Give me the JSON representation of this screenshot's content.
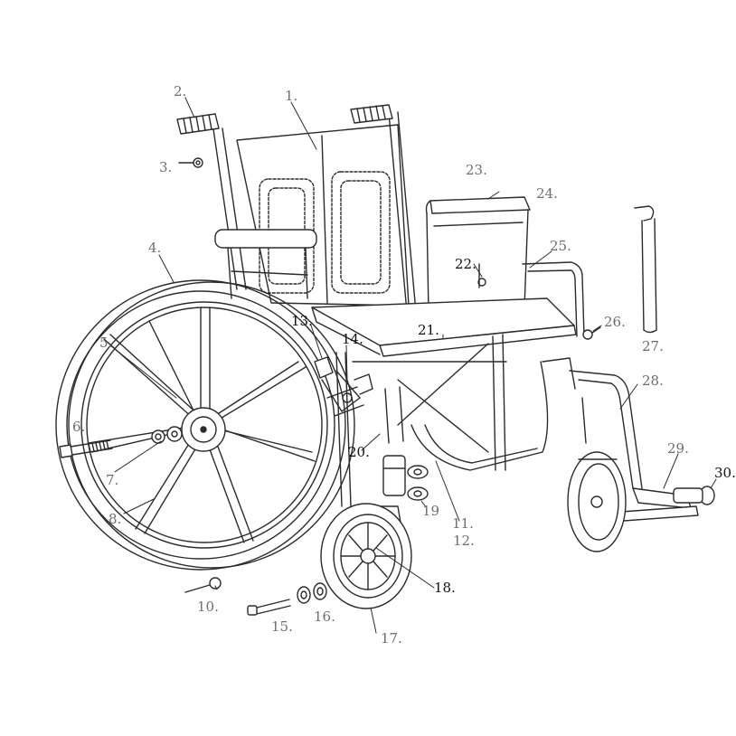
{
  "diagram": {
    "line_color": "#2b2b2b",
    "label_colors": {
      "muted": "#6e6e6e",
      "strong": "#111111"
    },
    "labels": {
      "l1": "1.",
      "l2": "2.",
      "l3": "3.",
      "l4": "4.",
      "l5": "5.",
      "l6": "6.",
      "l7": "7.",
      "l8": "8.",
      "l10": "10.",
      "l11": "11.",
      "l12": "12.",
      "l13": "13.",
      "l14": "14.",
      "l15": "15.",
      "l16": "16.",
      "l17": "17.",
      "l18": "18.",
      "l19": "19",
      "l20": "20.",
      "l21": "21.",
      "l22": "22.",
      "l23": "23.",
      "l24": "24.",
      "l25": "25.",
      "l26": "26.",
      "l27": "27.",
      "l28": "28.",
      "l29": "29.",
      "l30": "30."
    }
  }
}
